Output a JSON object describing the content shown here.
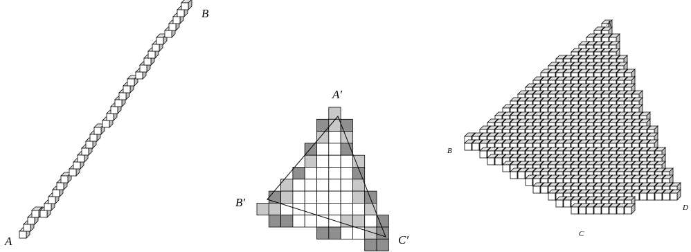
{
  "figure_left": {
    "label_start": "A",
    "label_end": "B"
  },
  "figure_middle": {
    "label_top": "A′",
    "label_left": "B′",
    "label_right": "C′"
  },
  "figure_right": {
    "label_top": "A",
    "label_left": "B",
    "label_bottom": "C",
    "label_right": "D"
  },
  "colors": {
    "cube_front": "#ffffff",
    "cube_top": "#dedede",
    "cube_side": "#bdbdbd",
    "cell_light": "#c8c8c8",
    "cell_dark": "#8f8f8f",
    "outline": "#000000"
  }
}
